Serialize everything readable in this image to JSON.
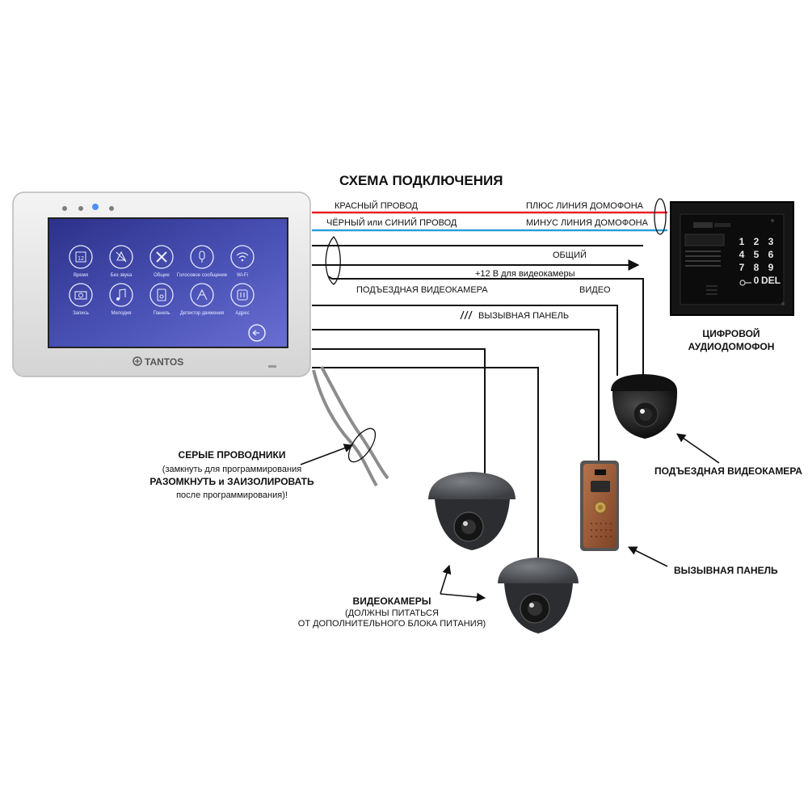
{
  "title": "СХЕМА ПОДКЛЮЧЕНИЯ",
  "colors": {
    "red_wire": "#e8202a",
    "blue_wire": "#2a9fd8",
    "black_wire": "#111111",
    "screen": "#3a3f9e"
  },
  "monitor": {
    "brand": "TANTOS",
    "menu": [
      "Время",
      "Без звука",
      "Общие",
      "Голосовое сообщение",
      "Wi-Fi",
      "Запись",
      "Мелодия",
      "Панель",
      "Детектор движения",
      "Адрес"
    ],
    "calendar_day": "12"
  },
  "wires": {
    "red": "КРАСНЫЙ  ПРОВОД",
    "black_or_blue": "ЧЁРНЫЙ или СИНИЙ  ПРОВОД",
    "plus_line": "ПЛЮС  ЛИНИЯ ДОМОФОНА",
    "minus_line": "МИНУС ЛИНИЯ ДОМОФОНА",
    "common": "ОБЩИЙ",
    "plus12": "+12 В для видеокамеры",
    "entrance_camera": "ПОДЪЕЗДНАЯ ВИДЕОКАМЕРА",
    "video": "ВИДЕО",
    "call_panel": "ВЫЗЫВНАЯ ПАНЕЛЬ"
  },
  "intercom": {
    "label_line1": "ЦИФРОВОЙ",
    "label_line2": "АУДИОДОМОФОН",
    "keys": [
      "1",
      "2",
      "3",
      "4",
      "5",
      "6",
      "7",
      "8",
      "9",
      "0",
      "DEL"
    ]
  },
  "captions": {
    "entrance_camera": "ПОДЪЕЗДНАЯ ВИДЕОКАМЕРА",
    "call_panel": "ВЫЗЫВНАЯ ПАНЕЛЬ",
    "grey_wires": [
      "СЕРЫЕ ПРОВОДНИКИ",
      "(замкнуть для программирования",
      "РАЗОМКНУТЬ и ЗАИЗОЛИРОВАТЬ",
      "после программирования)!"
    ],
    "cameras": [
      "ВИДЕОКАМЕРЫ",
      "(ДОЛЖНЫ ПИТАТЬСЯ",
      "ОТ ДОПОЛНИТЕЛЬНОГО БЛОКА ПИТАНИЯ)"
    ]
  }
}
